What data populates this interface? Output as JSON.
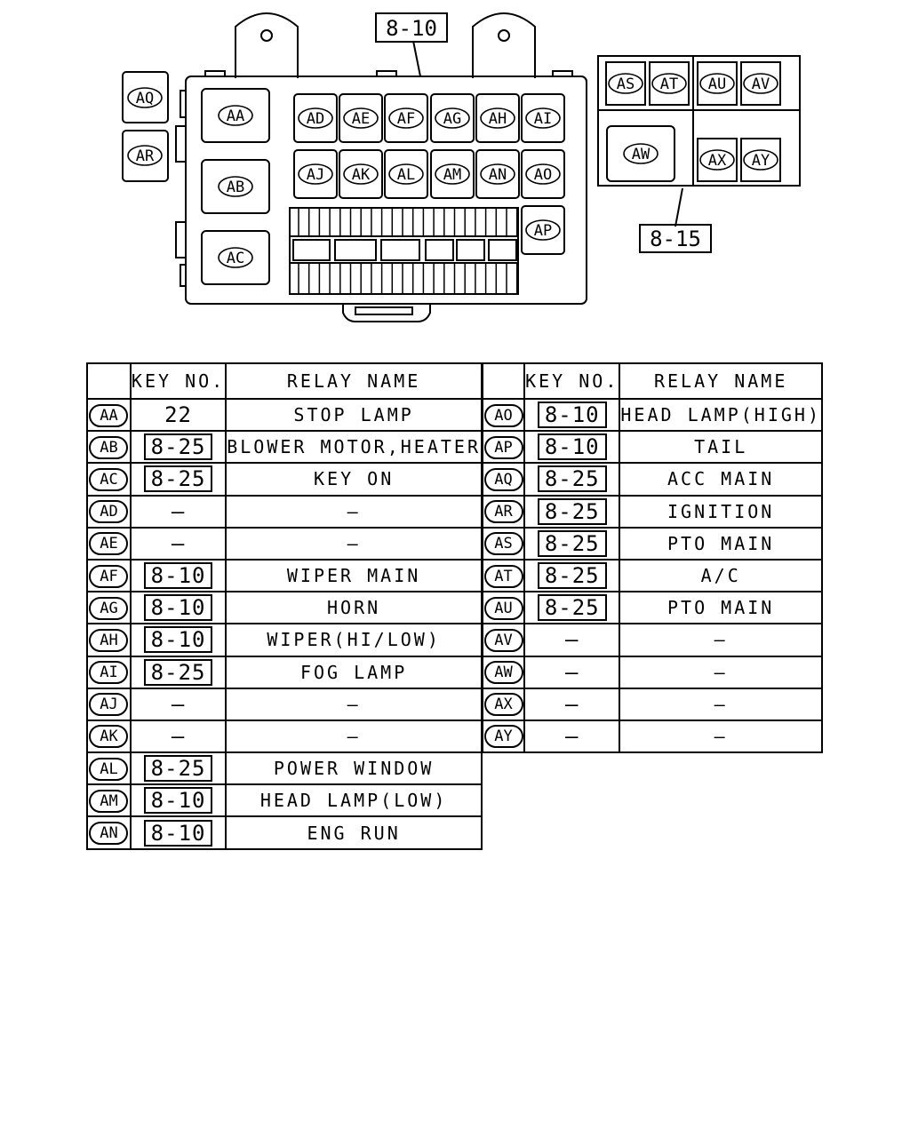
{
  "callouts": {
    "main_block": "8-10",
    "sub_block": "8-15"
  },
  "outside_relays": [
    "AQ",
    "AR"
  ],
  "main_box": {
    "large_relays": [
      "AA",
      "AB",
      "AC"
    ],
    "row1": [
      "AD",
      "AE",
      "AF",
      "AG",
      "AH",
      "AI"
    ],
    "row2": [
      "AJ",
      "AK",
      "AL",
      "AM",
      "AN",
      "AO"
    ],
    "side": [
      "AP"
    ]
  },
  "sub_box": {
    "top": [
      "AS",
      "AT",
      "AU",
      "AV"
    ],
    "large": [
      "AW"
    ],
    "bottom": [
      "AX",
      "AY"
    ]
  },
  "table": {
    "headers": {
      "key": "KEY NO.",
      "name": "RELAY NAME"
    },
    "left": [
      {
        "id": "AA",
        "key": "22",
        "key_boxed": false,
        "name": "STOP LAMP"
      },
      {
        "id": "AB",
        "key": "8-25",
        "key_boxed": true,
        "name": "BLOWER MOTOR,HEATER"
      },
      {
        "id": "AC",
        "key": "8-25",
        "key_boxed": true,
        "name": "KEY ON"
      },
      {
        "id": "AD",
        "key": "—",
        "key_boxed": false,
        "name": "—"
      },
      {
        "id": "AE",
        "key": "—",
        "key_boxed": false,
        "name": "—"
      },
      {
        "id": "AF",
        "key": "8-10",
        "key_boxed": true,
        "name": "WIPER MAIN"
      },
      {
        "id": "AG",
        "key": "8-10",
        "key_boxed": true,
        "name": "HORN"
      },
      {
        "id": "AH",
        "key": "8-10",
        "key_boxed": true,
        "name": "WIPER(HI/LOW)"
      },
      {
        "id": "AI",
        "key": "8-25",
        "key_boxed": true,
        "name": "FOG LAMP"
      },
      {
        "id": "AJ",
        "key": "—",
        "key_boxed": false,
        "name": "—"
      },
      {
        "id": "AK",
        "key": "—",
        "key_boxed": false,
        "name": "—"
      },
      {
        "id": "AL",
        "key": "8-25",
        "key_boxed": true,
        "name": "POWER WINDOW"
      },
      {
        "id": "AM",
        "key": "8-10",
        "key_boxed": true,
        "name": "HEAD LAMP(LOW)"
      },
      {
        "id": "AN",
        "key": "8-10",
        "key_boxed": true,
        "name": "ENG RUN"
      }
    ],
    "right": [
      {
        "id": "AO",
        "key": "8-10",
        "key_boxed": true,
        "name": "HEAD LAMP(HIGH)"
      },
      {
        "id": "AP",
        "key": "8-10",
        "key_boxed": true,
        "name": "TAIL"
      },
      {
        "id": "AQ",
        "key": "8-25",
        "key_boxed": true,
        "name": "ACC MAIN"
      },
      {
        "id": "AR",
        "key": "8-25",
        "key_boxed": true,
        "name": "IGNITION"
      },
      {
        "id": "AS",
        "key": "8-25",
        "key_boxed": true,
        "name": "PTO MAIN"
      },
      {
        "id": "AT",
        "key": "8-25",
        "key_boxed": true,
        "name": "A/C"
      },
      {
        "id": "AU",
        "key": "8-25",
        "key_boxed": true,
        "name": "PTO MAIN"
      },
      {
        "id": "AV",
        "key": "—",
        "key_boxed": false,
        "name": "—"
      },
      {
        "id": "AW",
        "key": "—",
        "key_boxed": false,
        "name": "—"
      },
      {
        "id": "AX",
        "key": "—",
        "key_boxed": false,
        "name": "—"
      },
      {
        "id": "AY",
        "key": "—",
        "key_boxed": false,
        "name": "—"
      }
    ]
  }
}
